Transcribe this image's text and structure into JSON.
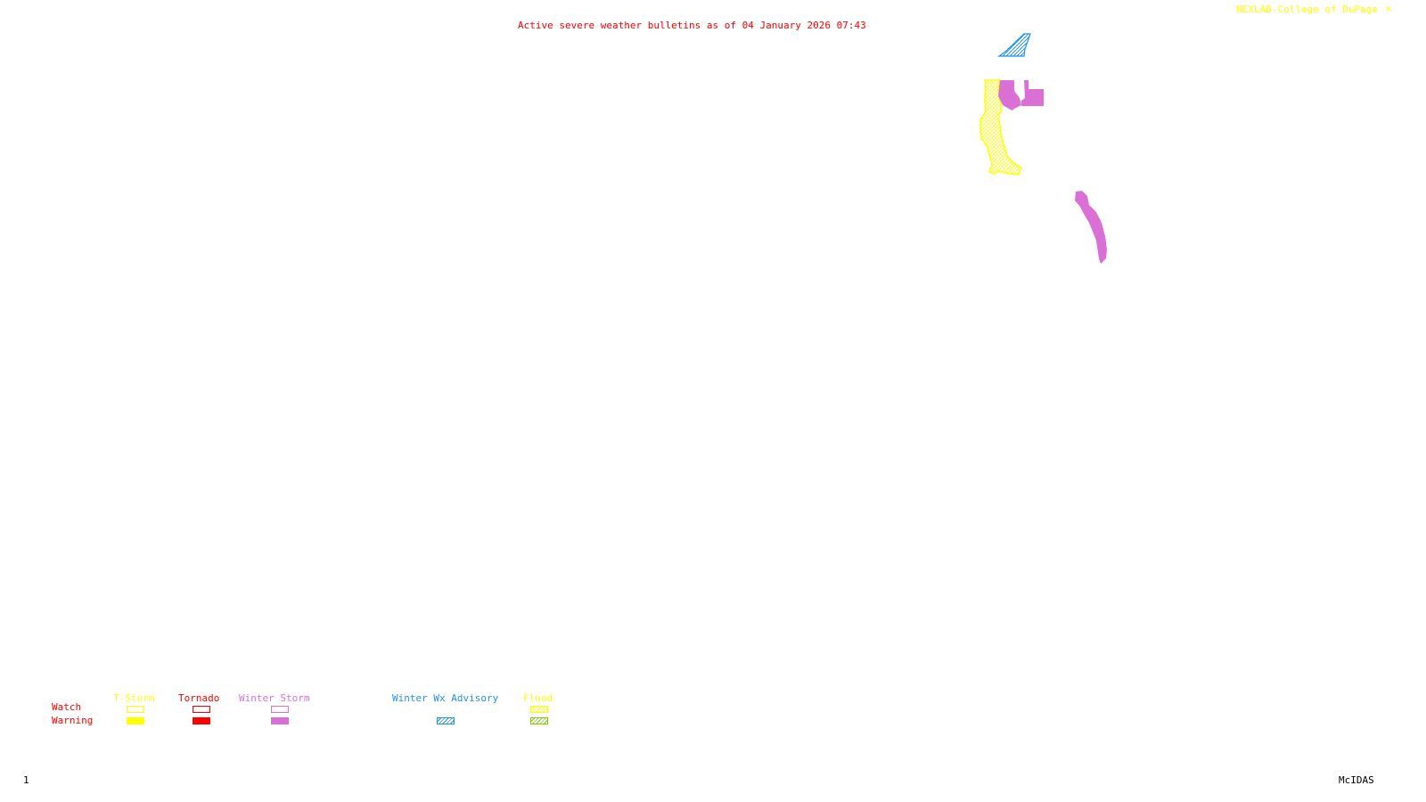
{
  "header": {
    "title": "Active severe weather bulletins as of 04 January 2026 07:43",
    "credit": "NEXLAB-College of DuPage"
  },
  "footer": {
    "frame_number": "1",
    "software": "McIDAS"
  },
  "legend": {
    "row_labels": {
      "watch": "Watch",
      "warning": "Warning"
    },
    "categories": [
      {
        "label": "T-Storm",
        "color": "#ffff00",
        "watch": "outline",
        "warning": "filled"
      },
      {
        "label": "Tornado",
        "color": "#ff0000",
        "watch": "outline",
        "warning": "filled"
      },
      {
        "label": "Winter Storm",
        "color": "#da70d6",
        "watch": "outline",
        "warning": "filled"
      },
      {
        "label": "Winter Wx Advisory",
        "color": "#1e90ff",
        "warning": "hatched"
      },
      {
        "label": "Flood",
        "color": "#ffff00",
        "watch": "hatched",
        "warning": "hatched",
        "warning_color": "#7fcc00"
      }
    ]
  },
  "map_areas": [
    {
      "type": "Winter Wx Advisory",
      "color": "#1e90ff",
      "style": "hatched"
    },
    {
      "type": "Flood Watch",
      "color": "#ffff00",
      "style": "hatched"
    },
    {
      "type": "Winter Storm Warning",
      "color": "#da70d6",
      "style": "filled"
    },
    {
      "type": "Winter Storm Warning",
      "color": "#da70d6",
      "style": "filled"
    }
  ]
}
